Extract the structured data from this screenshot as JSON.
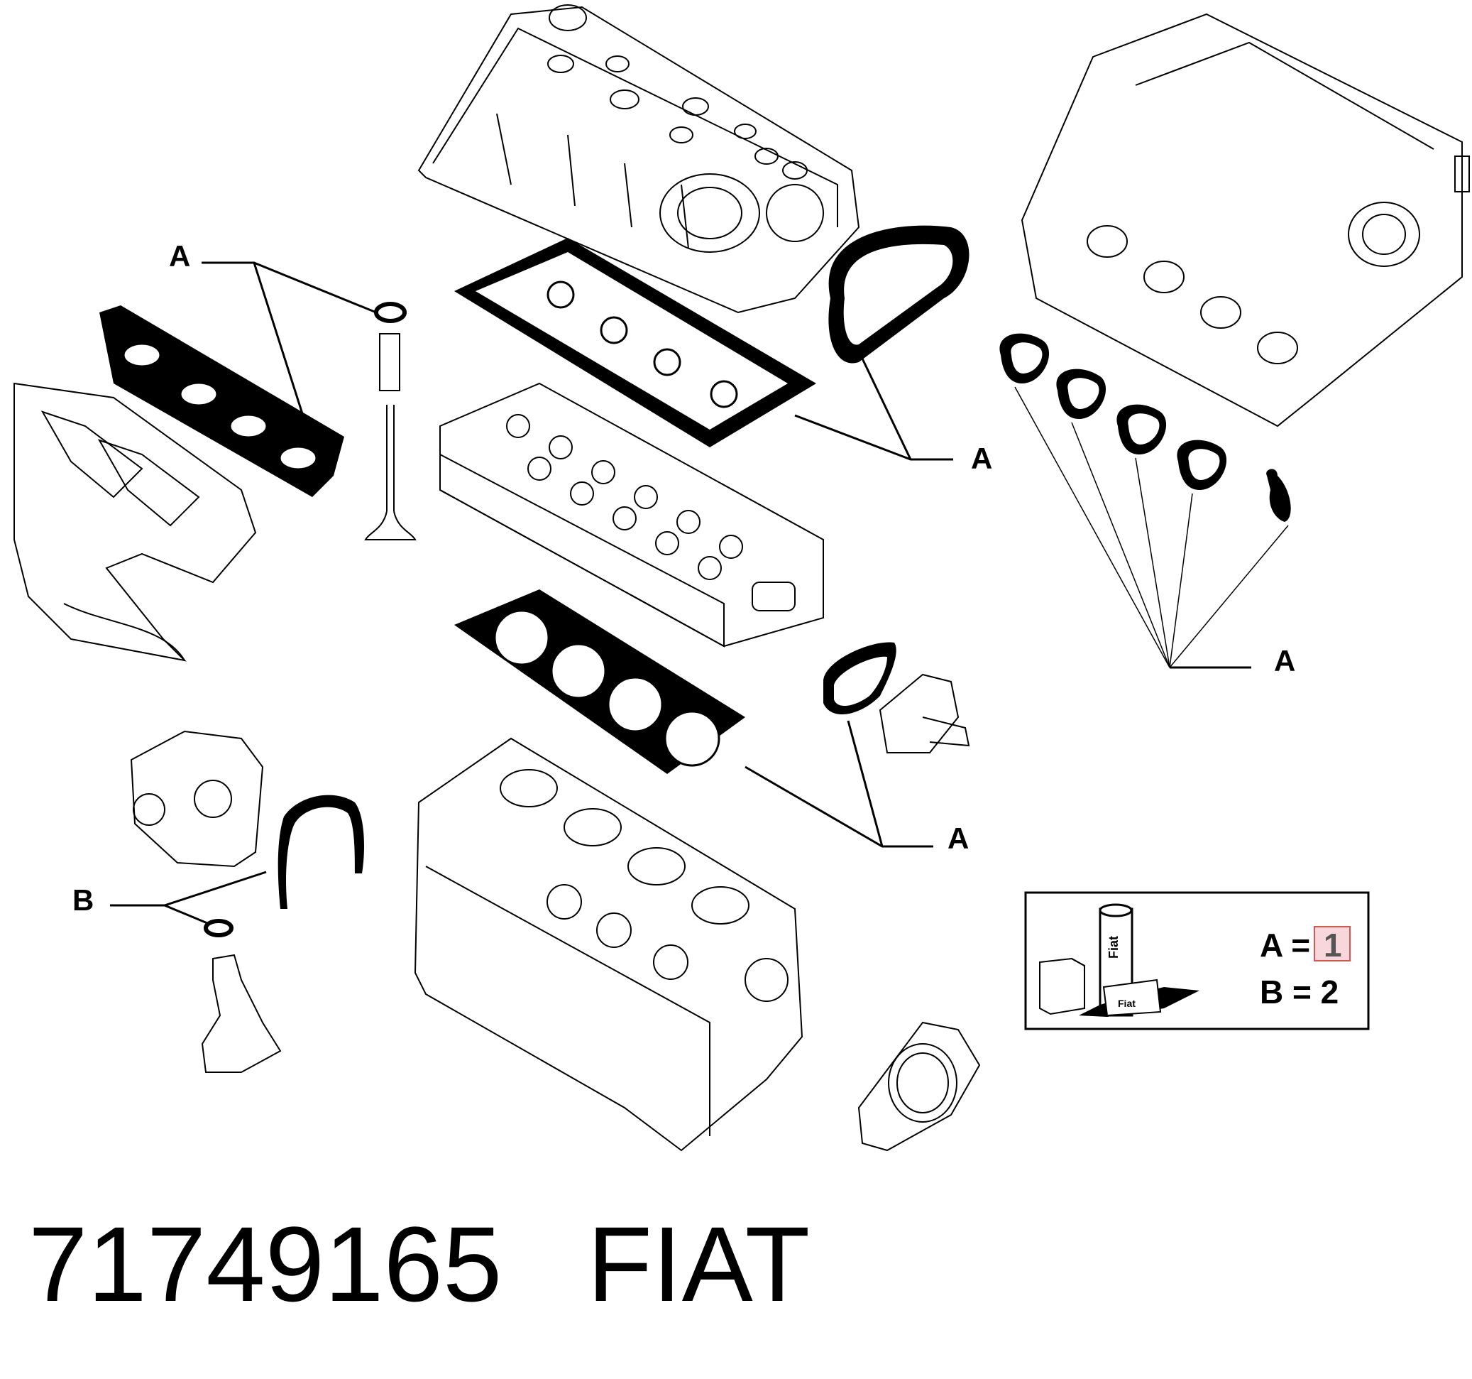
{
  "callouts": {
    "a": "A",
    "b": "B"
  },
  "legend": {
    "line_a_label": "A =",
    "line_a_value": "1",
    "line_b": "B = 2",
    "kit_box_brand": "Fiat",
    "kit_box_brand_small": "Fiat"
  },
  "footer": {
    "part_number": "71749165",
    "brand": "FIAT"
  },
  "colors": {
    "highlight_fill": "#f8d7da",
    "highlight_stroke": "#d9534f",
    "ink": "#000000"
  }
}
